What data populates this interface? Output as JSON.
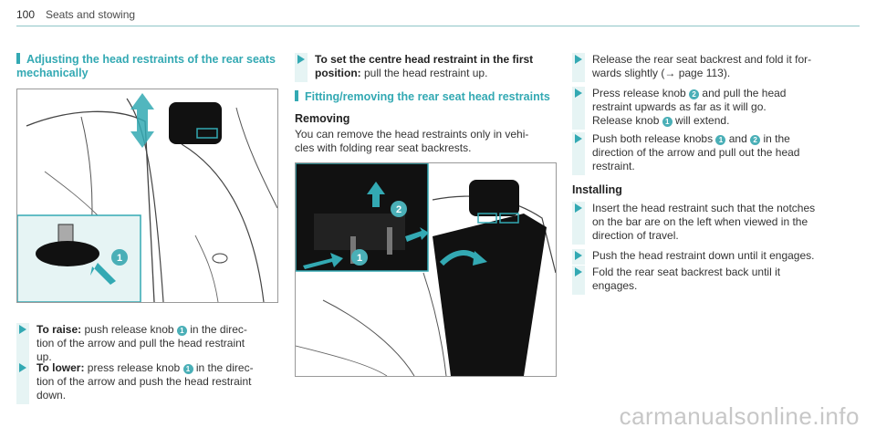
{
  "header": {
    "page_number": "100",
    "section": "Seats and stowing"
  },
  "col1": {
    "title_line1": "Adjusting the head restraints of the rear seats",
    "title_line2": "mechanically",
    "figure_callout": "1",
    "steps": [
      {
        "label": "To raise:",
        "l1a": "push release knob ",
        "knob": "1",
        "l1b": " in the direc-",
        "l2": "tion of the arrow and pull the head restraint",
        "l3": "up."
      },
      {
        "label": "To lower:",
        "l1a": "press release knob ",
        "knob": "1",
        "l1b": " in the direc-",
        "l2": "tion of the arrow and push the head restraint",
        "l3": "down."
      }
    ]
  },
  "col2": {
    "step_label_line1": "To set the centre head restraint in the first",
    "step_label_line2": "position:",
    "step_text": "pull the head restraint up.",
    "title": "Fitting/removing the rear seat head restraints",
    "subhead": "Removing",
    "para_line1": "You can remove the head restraints only in vehi-",
    "para_line2": "cles with folding rear seat backrests.",
    "figure_callouts": [
      "1",
      "2"
    ]
  },
  "col3": {
    "removal_steps": [
      {
        "l1": "Release the rear seat backrest and fold it for-",
        "l2": "wards slightly (→ page 113)."
      },
      {
        "l1a": "Press release knob ",
        "knob": "2",
        "l1b": " and pull the head",
        "l2": "restraint upwards as far as it will go.",
        "l3a": "Release knob ",
        "knob2": "1",
        "l3b": " will extend."
      },
      {
        "l1a": "Push both release knobs ",
        "knob": "1",
        "l1b": " and ",
        "knob2": "2",
        "l1c": " in the",
        "l2": "direction of the arrow and pull out the head",
        "l3": "restraint."
      }
    ],
    "subhead": "Installing",
    "install_steps": [
      {
        "l1": "Insert the head restraint such that the notches",
        "l2": "on the bar are on the left when viewed in the",
        "l3": "direction of travel."
      },
      {
        "l1": "Push the head restraint down until it engages."
      },
      {
        "l1": "Fold the rear seat backrest back until it",
        "l2": "engages."
      }
    ]
  },
  "watermark": "carmanualsonline.info",
  "colors": {
    "accent": "#33a9b3",
    "band": "#e6f4f4",
    "callout": "#4aafb7"
  }
}
